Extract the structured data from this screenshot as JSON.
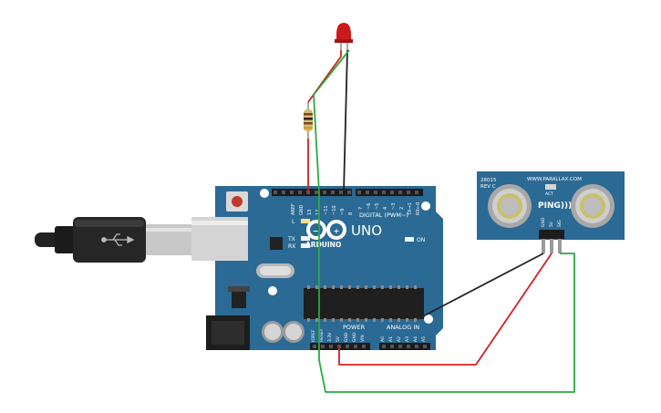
{
  "board": {
    "aref": "AREF",
    "gnd": "GND",
    "pin_13": "13",
    "pin_12": "12",
    "pin_11": "~11",
    "pin_10": "~10",
    "pin_9": "~9",
    "pin_8": "8",
    "pin_7": "7",
    "pin_6": "~6",
    "pin_5": "~5",
    "pin_4": "4",
    "pin_3": "~3",
    "pin_2": "2",
    "pin_1": "TX→1",
    "pin_0": "RX←0",
    "digital_label": "DIGITAL (PWM~)",
    "l_led": "L",
    "tx_led": "TX",
    "rx_led": "RX",
    "on_label": "ON",
    "brand": "ARDUINO",
    "model": "UNO",
    "power_label": "POWER",
    "analog_label": "ANALOG IN",
    "ioref": "IOREF",
    "reset": "RESET",
    "v33": "3.3V",
    "v5": "5V",
    "gnd1": "GND",
    "gnd2": "GND",
    "vin": "VIN",
    "a0": "A0",
    "a1": "A1",
    "a2": "A2",
    "a3": "A3",
    "a4": "A4",
    "a5": "A5"
  },
  "sensor": {
    "part_no": "28015",
    "rev": "REV C",
    "url": "WWW.PARALLAX.COM",
    "name": "PING)))",
    "act": "ACT",
    "pin_gnd": "GND",
    "pin_5v": "5V",
    "pin_sig": "SIG"
  },
  "colors": {
    "board": "#2b6a94",
    "wire_red": "#d22020",
    "wire_black": "#222222",
    "wire_green": "#2aaa3a",
    "led": "#cc1a1a",
    "sensor_board": "#2b6a94"
  }
}
